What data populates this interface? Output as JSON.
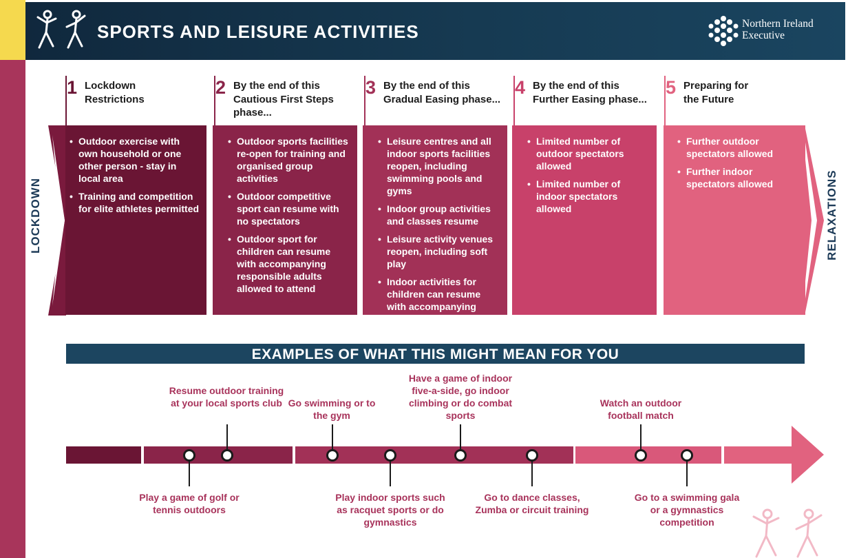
{
  "header": {
    "title": "SPORTS AND LEISURE ACTIVITIES",
    "logo_line1": "Northern Ireland",
    "logo_line2": "Executive",
    "header_icon": "sports-figures-icon",
    "logo_icon": "snowflake-hexagon-logo-icon"
  },
  "side_labels": {
    "left": "LOCKDOWN",
    "right": "RELAXATIONS"
  },
  "phases": [
    {
      "number": "1",
      "title_pre": "Lockdown",
      "title_line2_plain": "Restrictions",
      "title_highlight": "",
      "title_post": "",
      "bullets": [
        "Outdoor exercise with own household or one other person - stay in local area",
        "Training and competition for elite athletes permitted"
      ]
    },
    {
      "number": "2",
      "title_pre": "By the end of this",
      "title_line2_plain": "",
      "title_highlight": "Cautious First Steps",
      "title_post": "phase...",
      "bullets": [
        "Outdoor sports facilities re-open for training and organised group activities",
        "Outdoor competitive sport can resume with no spectators",
        "Outdoor sport for children can resume with accompanying responsible adults allowed to attend"
      ]
    },
    {
      "number": "3",
      "title_pre": "By the end of this",
      "title_line2_plain": "",
      "title_highlight": "Gradual Easing",
      "title_post": "phase...",
      "bullets": [
        "Leisure centres and all indoor sports facilities reopen, including swimming pools and gyms",
        "Indoor group activities and classes resume",
        "Leisure activity venues reopen, including soft play",
        "Indoor activities for children can resume with accompanying responsible adults allowed to attend"
      ]
    },
    {
      "number": "4",
      "title_pre": "By the end of this",
      "title_line2_plain": "",
      "title_highlight": "Further Easing",
      "title_post": "phase...",
      "bullets": [
        "Limited number of outdoor spectators allowed",
        "Limited number of indoor spectators allowed"
      ]
    },
    {
      "number": "5",
      "title_pre": "Preparing for",
      "title_line2_plain": "the",
      "title_highlight": "Future",
      "title_post": "",
      "bullets": [
        "Further outdoor spectators allowed",
        "Further indoor spectators allowed"
      ]
    }
  ],
  "examples": {
    "title": "EXAMPLES OF WHAT THIS MIGHT MEAN FOR YOU",
    "above": [
      "Resume outdoor training at your local sports club",
      "Go swimming or to the gym",
      "Have a game of indoor five-a-side, go indoor climbing or do combat sports",
      "Watch an outdoor football match"
    ],
    "below": [
      "Play a game of golf or tennis outdoors",
      "Play indoor sports such as racquet sports or do gymnastics",
      "Go to dance classes, Zumba or circuit training",
      "Go to a swimming gala or a gymnastics competition"
    ]
  },
  "colors": {
    "phase1": "#6a1534",
    "phase2": "#8a2449",
    "phase3": "#a23157",
    "phase4": "#c8416a",
    "phase5": "#e1627f",
    "header_bg": "#163a52",
    "accent_yellow": "#f5d94e",
    "navy_text": "#1c3a57"
  }
}
